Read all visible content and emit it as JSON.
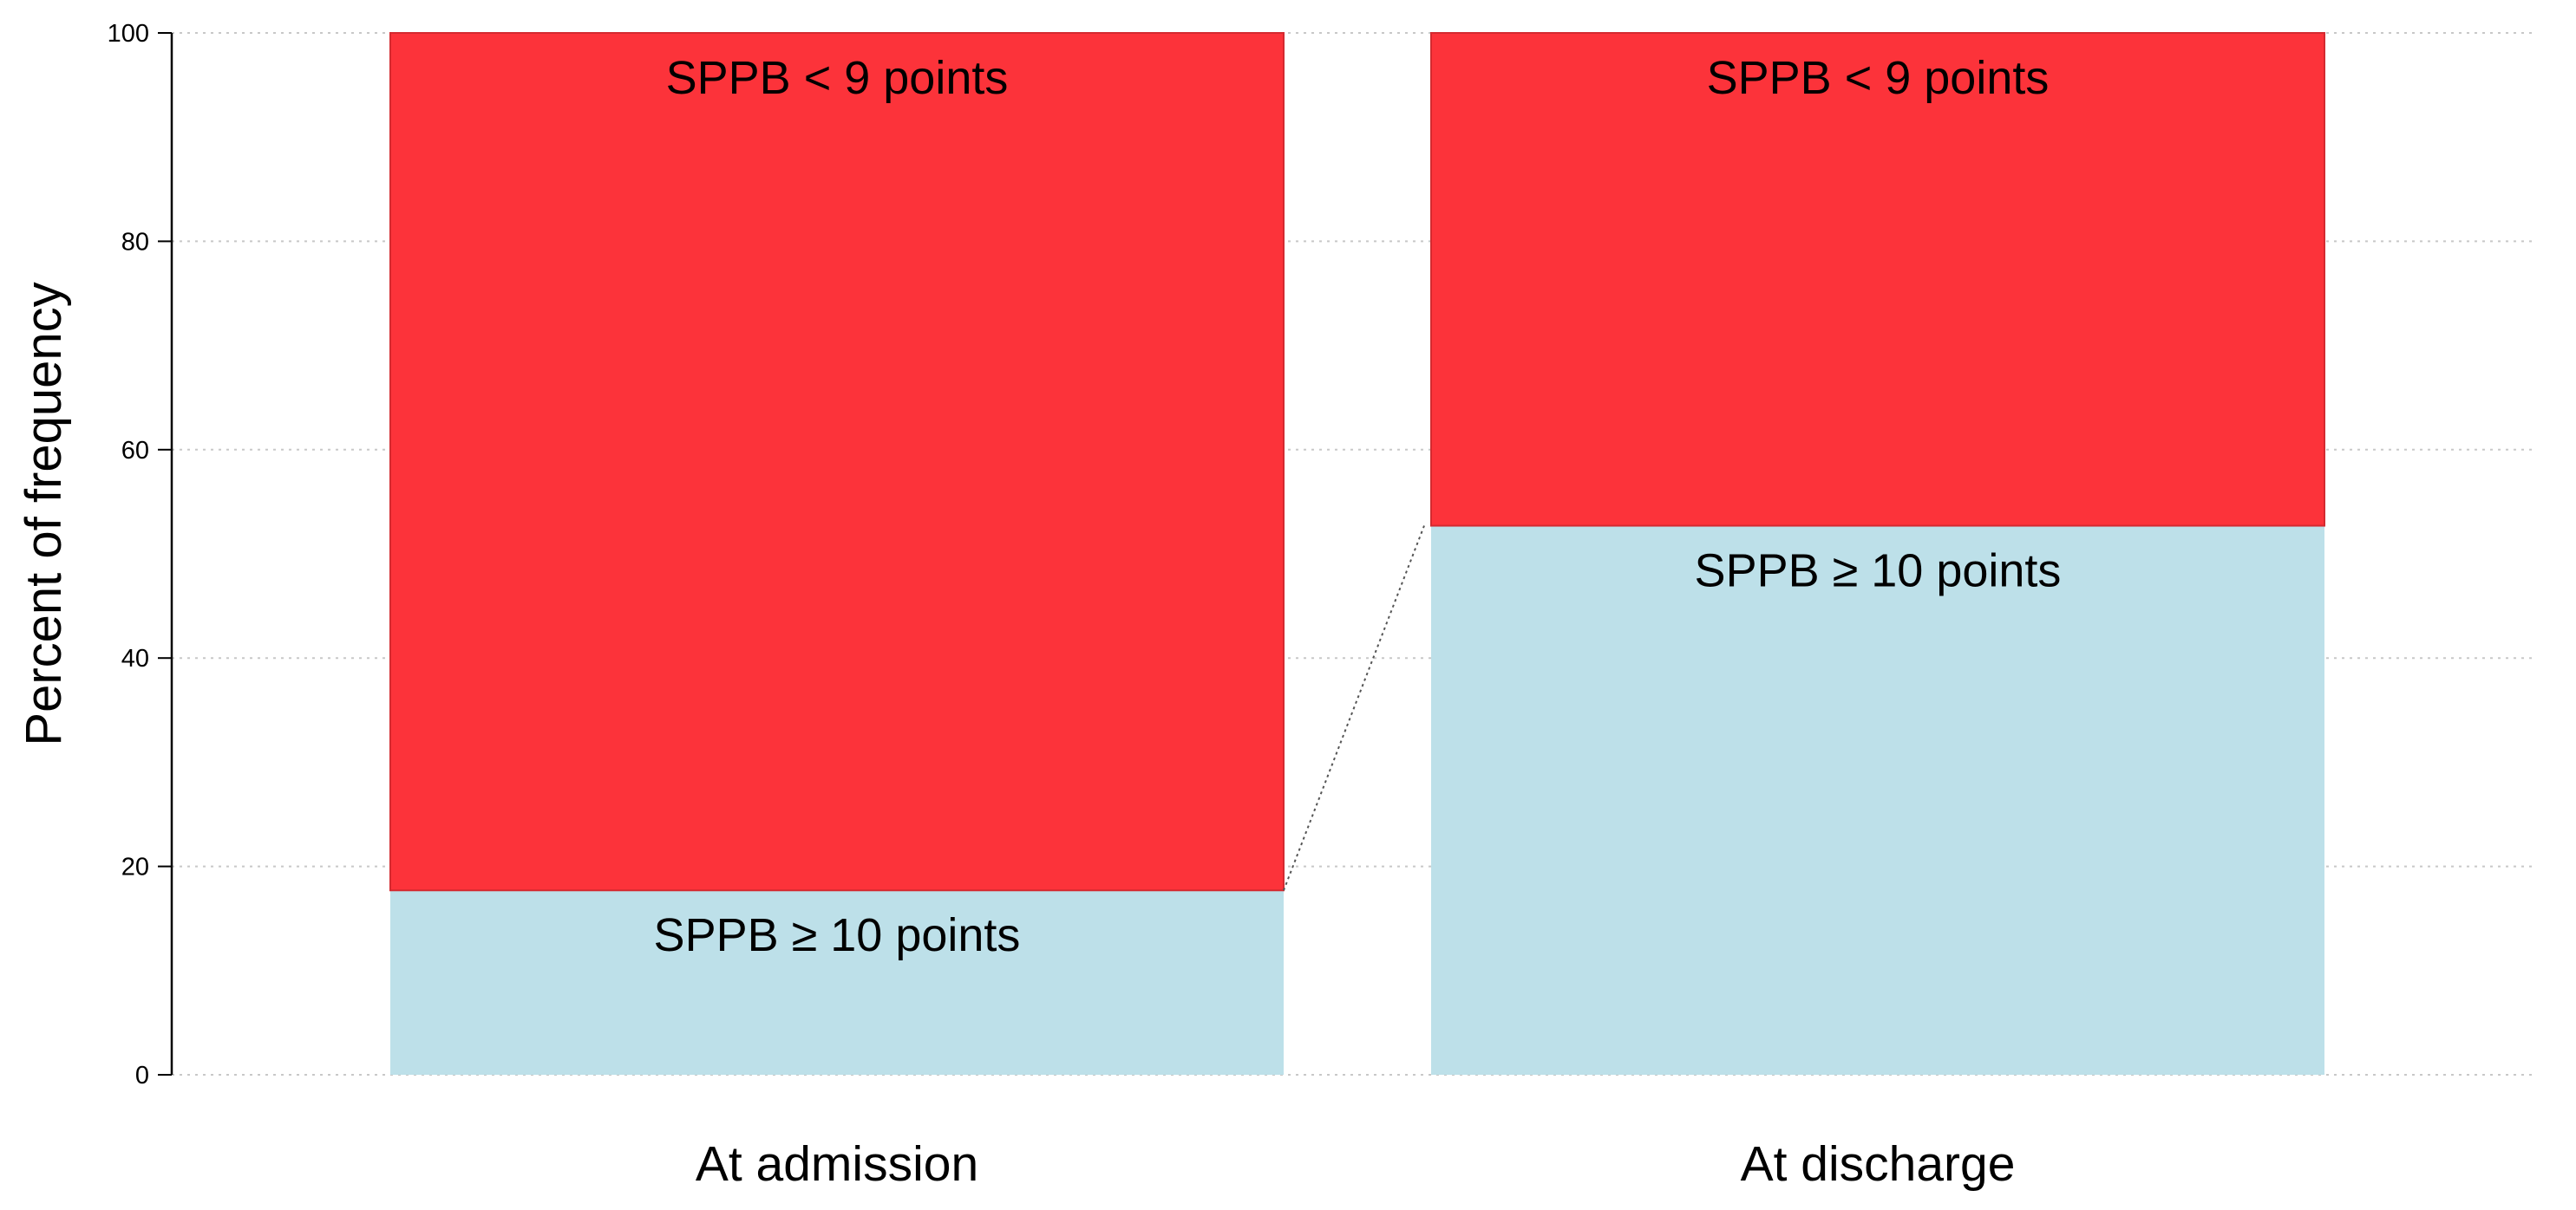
{
  "chart_data": {
    "type": "bar",
    "stacked": true,
    "percent_stacked": true,
    "categories": [
      "At admission",
      "At discharge"
    ],
    "series": [
      {
        "name": "SPPB ≥ 10 points",
        "values": [
          17.7,
          52.7
        ],
        "color": "#bde0e9"
      },
      {
        "name": "SPPB < 9 points",
        "values": [
          82.3,
          47.3
        ],
        "color": "#fc333a"
      }
    ],
    "ylabel": "Percent of frequency",
    "xlabel": "",
    "ylim": [
      0,
      100
    ],
    "yticks": [
      0,
      20,
      40,
      60,
      80,
      100
    ],
    "grid": true,
    "legend": "none",
    "connector_line": "dotted"
  }
}
